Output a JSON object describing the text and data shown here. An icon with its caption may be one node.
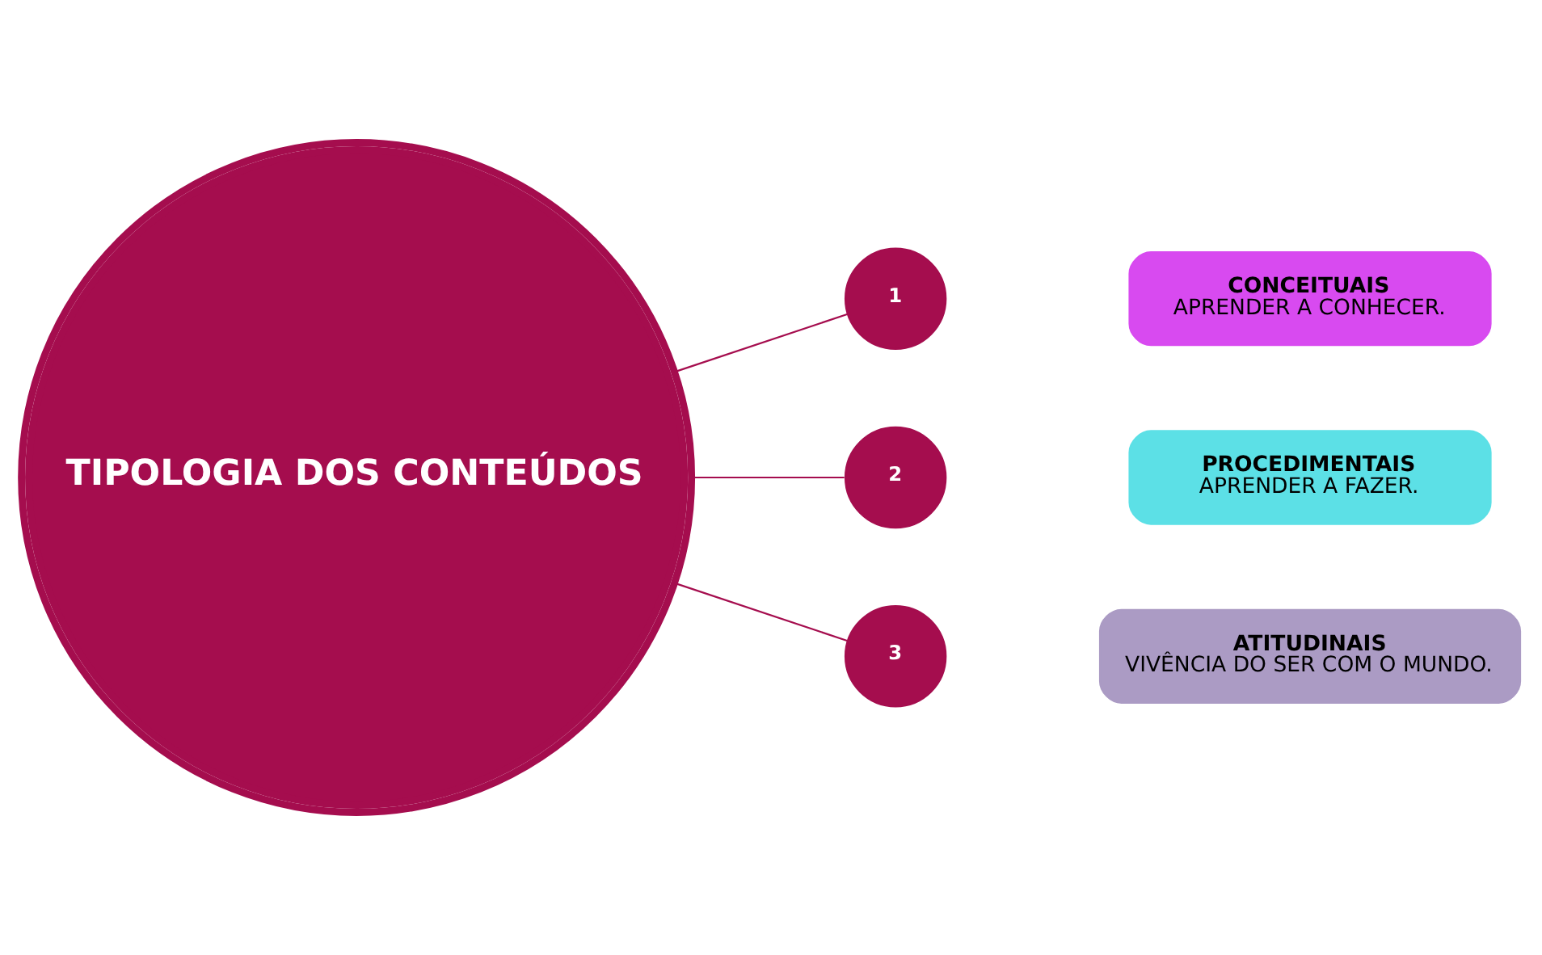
{
  "diagram": {
    "nodes": [
      {
        "text": [
          "TIPOLOGIA DOS CONTEÚDOS"
        ]
      },
      {
        "text": [
          "1"
        ]
      },
      {
        "text": [
          "2"
        ]
      },
      {
        "text": [
          "3"
        ]
      },
      {
        "text": [
          "CONCEITUAIS",
          "APRENDER A CONHECER."
        ]
      },
      {
        "text": [
          "PROCEDIMENTAIS",
          "APRENDER A FAZER."
        ]
      },
      {
        "text": [
          "ATITUDINAIS",
          "VIVÊNCIA DO SER COM O MUNDO."
        ]
      }
    ],
    "edges": [
      {
        "from": 0,
        "to": 1,
        "arrow": "none"
      },
      {
        "from": 0,
        "to": 2,
        "arrow": "none"
      },
      {
        "from": 0,
        "to": 3,
        "arrow": "none"
      }
    ]
  }
}
